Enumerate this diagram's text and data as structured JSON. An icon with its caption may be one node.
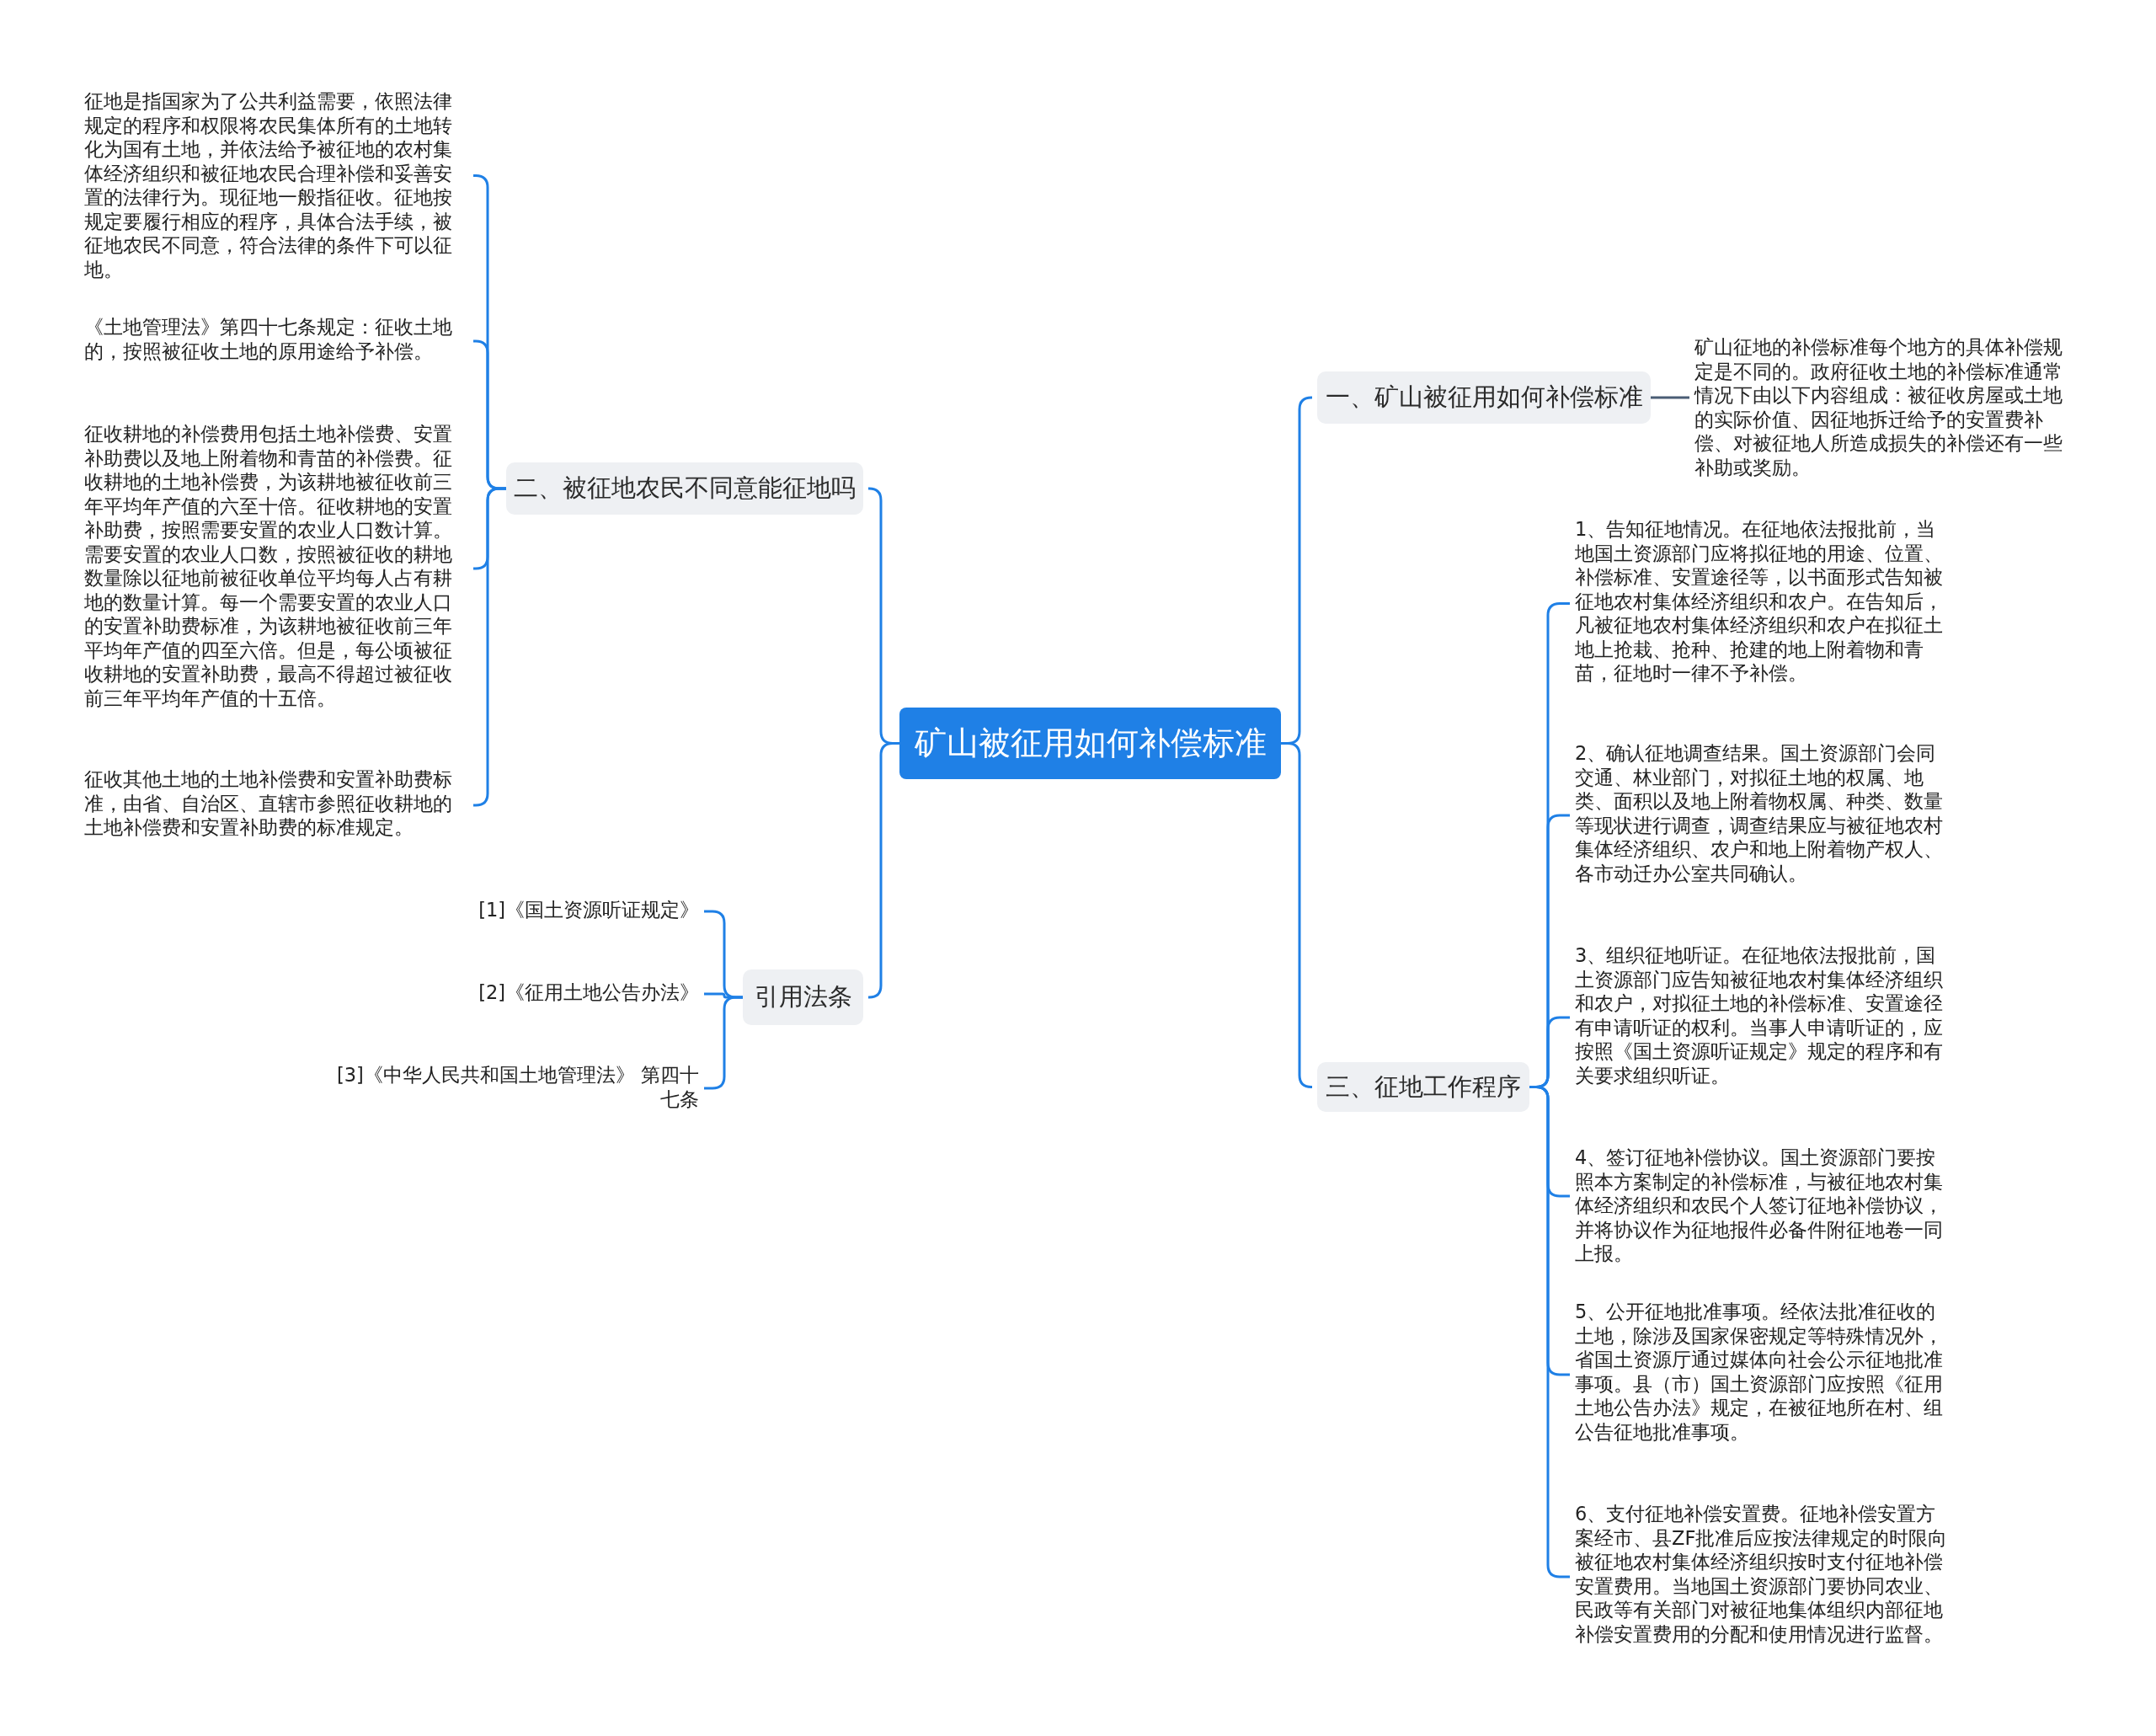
{
  "diagram": {
    "nodes": [
      {
        "text": [
          "矿山被征用如何补偿标准"
        ]
      },
      {
        "text": [
          "一、矿山被征用如何补偿标准"
        ]
      },
      {
        "text": [
          "矿山征地的补偿标准每个地方的具体补偿规定是不同的。政府征收土地的补偿标准通常情况下由以下内容组成：被征收房屋或土地的实际价值、因征地拆迁给予的安置费补偿、对被征地人所造成损失的补偿还有一些补助或奖励。"
        ]
      },
      {
        "text": [
          "三、征地工作程序"
        ]
      },
      {
        "text": [
          "1、告知征地情况。在征地依法报批前，当地国土资源部门应将拟征地的用途、位置、补偿标准、安置途径等，以书面形式告知被征地农村集体经济组织和农户。在告知后，凡被征地农村集体经济组织和农户在拟征土地上抢栽、抢种、抢建的地上附着物和青苗，征地时一律不予补偿。"
        ]
      },
      {
        "text": [
          "2、确认征地调查结果。国土资源部门会同交通、林业部门，对拟征土地的权属、地类、面积以及地上附着物权属、种类、数量等现状进行调查，调查结果应与被征地农村集体经济组织、农户和地上附着物产权人、各市动迁办公室共同确认。"
        ]
      },
      {
        "text": [
          "3、组织征地听证。在征地依法报批前，国土资源部门应告知被征地农村集体经济组织和农户，对拟征土地的补偿标准、安置途径有申请听证的权利。当事人申请听证的，应按照《国土资源听证规定》规定的程序和有关要求组织听证。"
        ]
      },
      {
        "text": [
          "4、签订征地补偿协议。国土资源部门要按照本方案制定的补偿标准，与被征地农村集体经济组织和农民个人签订征地补偿协议，并将协议作为征地报件必备件附征地卷一同上报。"
        ]
      },
      {
        "text": [
          "5、公开征地批准事项。经依法批准征收的土地，除涉及国家保密规定等特殊情况外，省国土资源厅通过媒体向社会公示征地批准事项。县（市）国土资源部门应按照《征用土地公告办法》规定，在被征地所在村、组公告征地批准事项。"
        ]
      },
      {
        "text": [
          "6、支付征地补偿安置费。征地补偿安置方案经市、县ZF批准后应按法律规定的时限向被征地农村集体经济组织按时支付征地补偿安置费用。当地国土资源部门要协同农业、民政等有关部门对被征地集体组织内部征地补偿安置费用的分配和使用情况进行监督。"
        ]
      },
      {
        "text": [
          "二、被征地农民不同意能征地吗"
        ]
      },
      {
        "text": [
          "征地是指国家为了公共利益需要，依照法律规定的程序和权限将农民集体所有的土地转化为国有土地，并依法给予被征地的农村集体经济组织和被征地农民合理补偿和妥善安置的法律行为。现征地一般指征收。征地按规定要履行相应的程序，具体合法手续，被征地农民不同意，符合法律的条件下可以征地。"
        ]
      },
      {
        "text": [
          "《土地管理法》第四十七条规定：征收土地的，按照被征收土地的原用途给予补偿。"
        ]
      },
      {
        "text": [
          "征收耕地的补偿费用包括土地补偿费、安置补助费以及地上附着物和青苗的补偿费。征收耕地的土地补偿费，为该耕地被征收前三年平均年产值的六至十倍。征收耕地的安置补助费，按照需要安置的农业人口数计算。需要安置的农业人口数，按照被征收的耕地数量除以征地前被征收单位平均每人占有耕地的数量计算。每一个需要安置的农业人口的安置补助费标准，为该耕地被征收前三年平均年产值的四至六倍。但是，每公顷被征收耕地的安置补助费，最高不得超过被征收前三年平均年产值的十五倍。"
        ]
      },
      {
        "text": [
          "征收其他土地的土地补偿费和安置补助费标准，由省、自治区、直辖市参照征收耕地的土地补偿费和安置补助费的标准规定。"
        ]
      },
      {
        "text": [
          "引用法条"
        ]
      },
      {
        "text": [
          "[1]《国土资源听证规定》"
        ]
      },
      {
        "text": [
          "[2]《征用土地公告办法》"
        ]
      },
      {
        "text": [
          "[3]《中华人民共和国土地管理法》 第四十七条"
        ]
      }
    ],
    "edges": [
      {
        "from": 0,
        "to": 1,
        "arrow": "none"
      },
      {
        "from": 1,
        "to": 2,
        "arrow": "none",
        "color": "#4a5d75"
      },
      {
        "from": 0,
        "to": 3,
        "arrow": "none"
      },
      {
        "from": 3,
        "to": 4,
        "arrow": "none"
      },
      {
        "from": 3,
        "to": 5,
        "arrow": "none"
      },
      {
        "from": 3,
        "to": 6,
        "arrow": "none"
      },
      {
        "from": 3,
        "to": 7,
        "arrow": "none"
      },
      {
        "from": 3,
        "to": 8,
        "arrow": "none"
      },
      {
        "from": 3,
        "to": 9,
        "arrow": "none"
      },
      {
        "from": 0,
        "to": 10,
        "arrow": "none"
      },
      {
        "from": 10,
        "to": 11,
        "arrow": "none"
      },
      {
        "from": 10,
        "to": 12,
        "arrow": "none"
      },
      {
        "from": 10,
        "to": 13,
        "arrow": "none"
      },
      {
        "from": 10,
        "to": 14,
        "arrow": "none"
      },
      {
        "from": 0,
        "to": 15,
        "arrow": "none"
      },
      {
        "from": 15,
        "to": 16,
        "arrow": "none"
      },
      {
        "from": 15,
        "to": 17,
        "arrow": "none"
      },
      {
        "from": 15,
        "to": 18,
        "arrow": "none"
      }
    ]
  }
}
